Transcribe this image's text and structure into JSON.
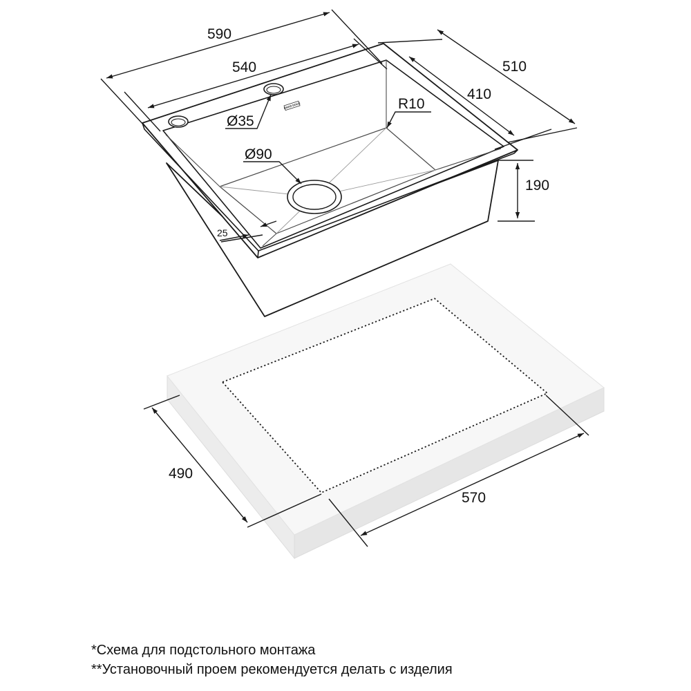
{
  "sink": {
    "brand_label": "EMAR DOUX",
    "dimensions": {
      "overall_width": "590",
      "inner_width": "540",
      "overall_depth": "510",
      "inner_depth": "410",
      "depth": "190",
      "corner_radius": "R10",
      "tap_hole": "Ø35",
      "drain_hole": "Ø90",
      "rim": "25"
    }
  },
  "countertop": {
    "dimensions": {
      "cutout_depth": "490",
      "cutout_width": "570"
    }
  },
  "notes": {
    "note_1": "*Схема для подстольного монтажа",
    "note_2": "**Установочный проем рекомендуется делать с изделия"
  },
  "colors": {
    "line": "#1a1a1a",
    "thin_line": "#8a8a8a",
    "countertop_top": "#f7f7f7",
    "countertop_side": "#ececec"
  }
}
